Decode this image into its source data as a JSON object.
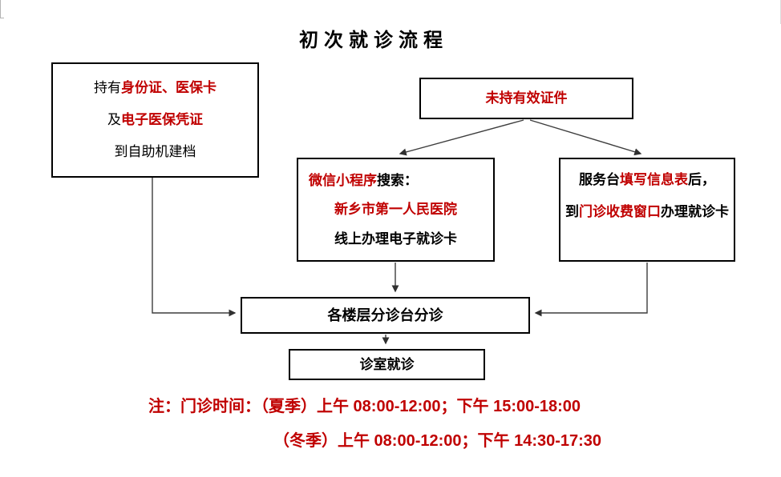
{
  "title": "初次就诊流程",
  "colors": {
    "accent_red": "#c00000",
    "text_black": "#000000",
    "connector": "#3d3d3d",
    "box_border": "#000000",
    "background": "#ffffff"
  },
  "flow": {
    "box_self_service": {
      "l1_black": "持有",
      "l1_red": "身份证、医保卡",
      "l2_black": "及",
      "l2_red": "电子医保凭证",
      "l3_black": "到自助机建档"
    },
    "box_no_id": {
      "text": "未持有效证件"
    },
    "box_wechat": {
      "l1_red": "微信小程序",
      "l1_black": "搜索：",
      "l2_red": "新乡市第一人民医院",
      "l3_black": "线上办理电子就诊卡"
    },
    "box_service_desk": {
      "l1_black_a": "服务台",
      "l1_red": "填写信息表",
      "l1_black_b": "后，",
      "l2_black_a": "到",
      "l2_red": "门诊收费窗口",
      "l2_black_b": "办理就诊卡"
    },
    "box_triage": {
      "text": "各楼层分诊台分诊"
    },
    "box_clinic": {
      "text": "诊室就诊"
    }
  },
  "notes": {
    "line1": "注：门诊时间：（夏季）上午 08:00-12:00；下午 15:00-18:00",
    "line2": "（冬季）上午 08:00-12:00；下午 14:30-17:30"
  }
}
